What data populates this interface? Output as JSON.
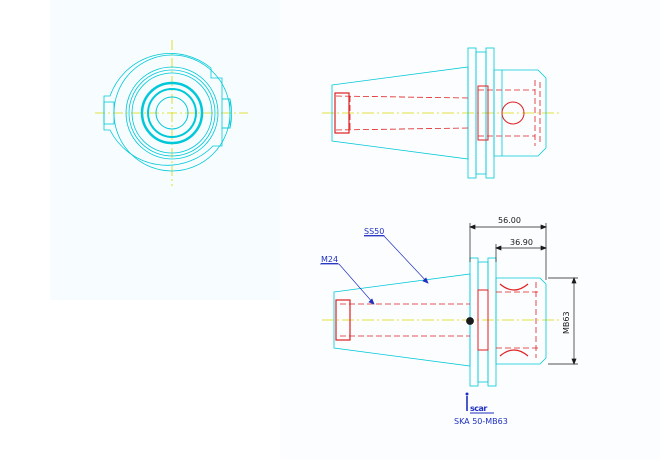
{
  "drawing": {
    "colors": {
      "background": "#ffffff",
      "panel": "#f7fdff",
      "outline": "#00c8d8",
      "hidden_line": "#e02020",
      "center_line": "#d8d800",
      "dimension": "#1a1a1a",
      "leader": "#2030c0"
    },
    "dimensions": {
      "overall_length": "56.00",
      "inner_length": "36.90",
      "bore_diameter": "MB63"
    },
    "callouts": {
      "taper": "SS50",
      "thread": "M24"
    },
    "logo": {
      "name": "iscar-logo",
      "text": "iscar"
    },
    "part_number": "SKA 50-MB63"
  }
}
